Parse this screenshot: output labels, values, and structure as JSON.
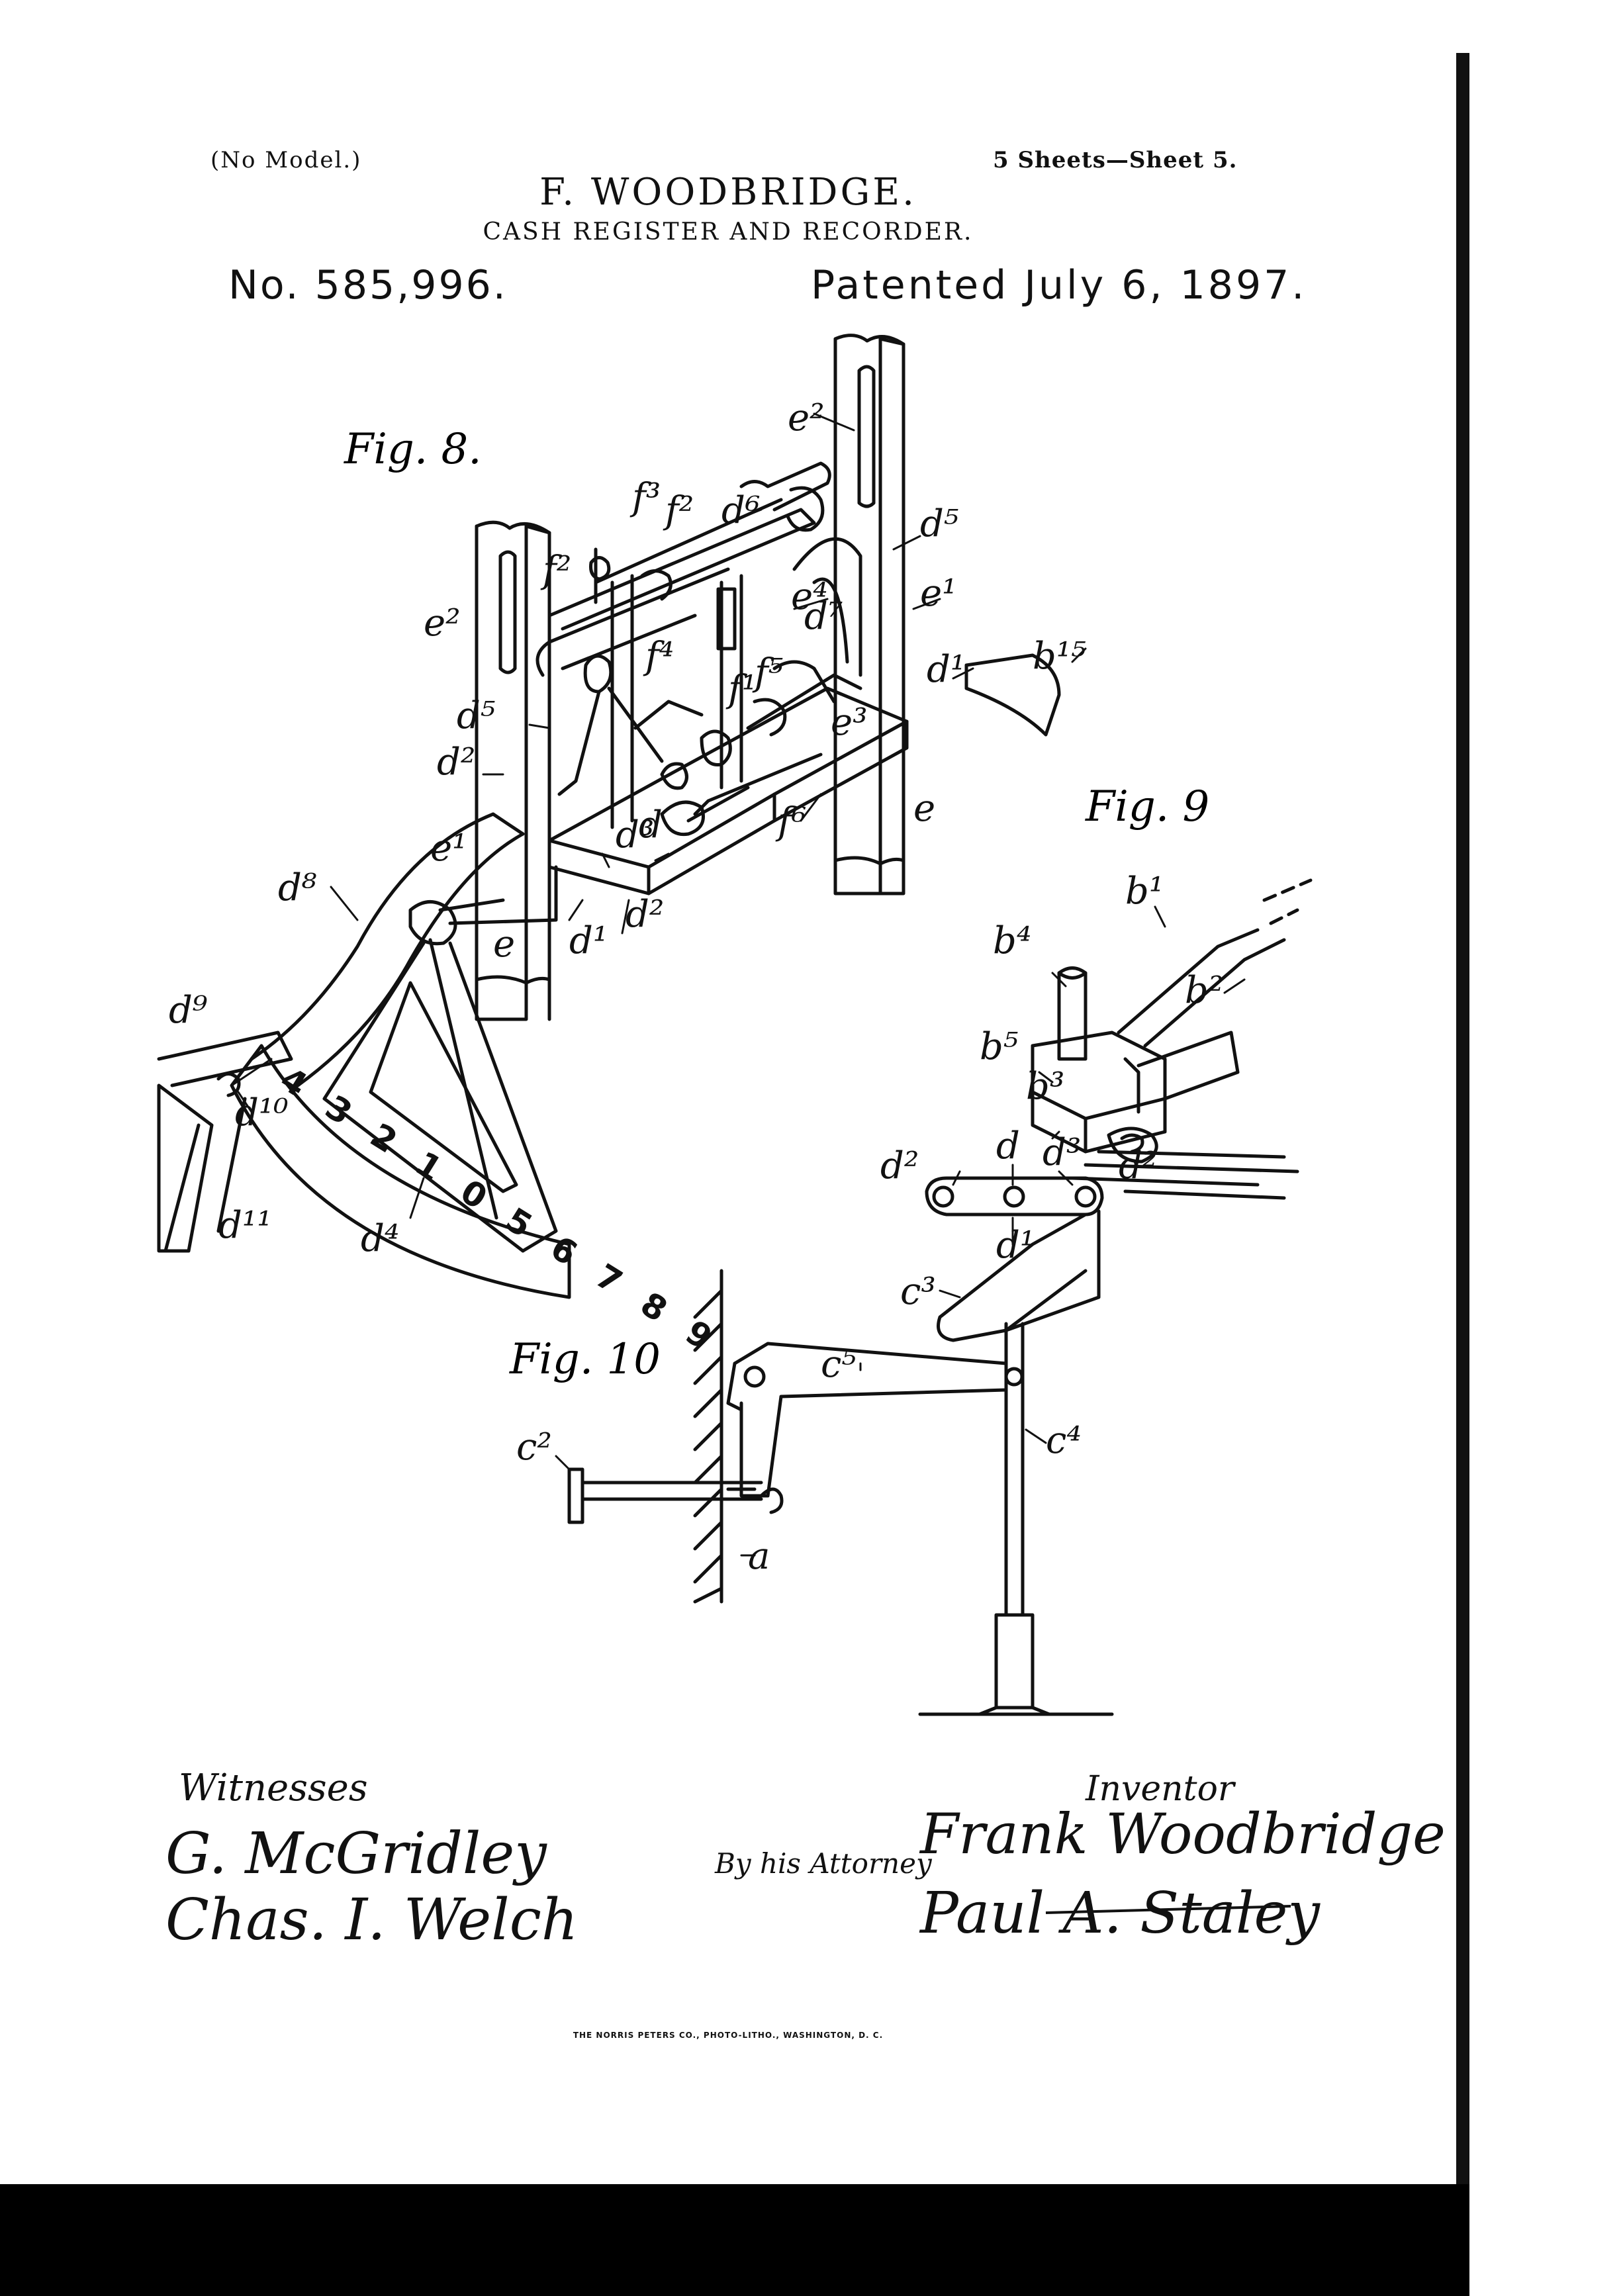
{
  "header": {
    "model_note": "(No Model.)",
    "sheets": "5 Sheets—Sheet 5.",
    "inventor_name": "F. WOODBRIDGE.",
    "invention_title": "CASH REGISTER AND RECORDER.",
    "patent_number": "No. 585,996.",
    "patent_date": "Patented July 6, 1897."
  },
  "figures": {
    "fig8": "Fig. 8.",
    "fig9": "Fig. 9",
    "fig10": "Fig. 10",
    "dial_digits": "4 3 2 1 0 5 6 7 8 9"
  },
  "labels": {
    "e2_top": "e²",
    "d6": "d⁶",
    "d5_right": "d⁵",
    "f3": "f³",
    "f2": "f²",
    "f2_left": "f²",
    "e2_left": "e²",
    "e1_right": "e¹",
    "e4": "e⁴",
    "d7": "d⁷",
    "f4": "f⁴",
    "f5": "f⁵",
    "f1": "f¹",
    "d1_right": "d¹",
    "b15": "b¹⁵",
    "d5_left": "d⁵",
    "e3": "e³",
    "d2_left": "d²",
    "f6": "f⁶",
    "e_right": "e",
    "d_mid": "d",
    "d3_mid": "d³",
    "e1_left": "e¹",
    "d8": "d⁸",
    "d1_bottom": "d¹",
    "d2_bottom": "d²",
    "e_left": "e",
    "d9": "d⁹",
    "d10": "d¹⁰",
    "d11": "d¹¹",
    "d4": "d⁴",
    "b4": "b⁴",
    "b1": "b¹",
    "b2": "b²",
    "b5": "b⁵",
    "b3": "b³",
    "f10_d2a": "d²",
    "f10_d": "d",
    "f10_d3": "d³",
    "f10_d2b": "d²",
    "f10_d1": "d¹",
    "c3": "c³",
    "c5": "c⁵",
    "c4": "c⁴",
    "c2": "c²",
    "a": "a"
  },
  "signatures": {
    "witnesses_heading": "Witnesses",
    "witness1": "G. McGridley",
    "witness2": "Chas. I. Welch",
    "inventor_heading": "Inventor",
    "inventor_signature": "Frank Woodbridge",
    "by_attorney": "By his Attorney",
    "attorney_signature": "Paul A. Staley"
  },
  "footer": {
    "printer": "THE NORRIS PETERS CO., PHOTO-LITHO., WASHINGTON, D. C."
  }
}
